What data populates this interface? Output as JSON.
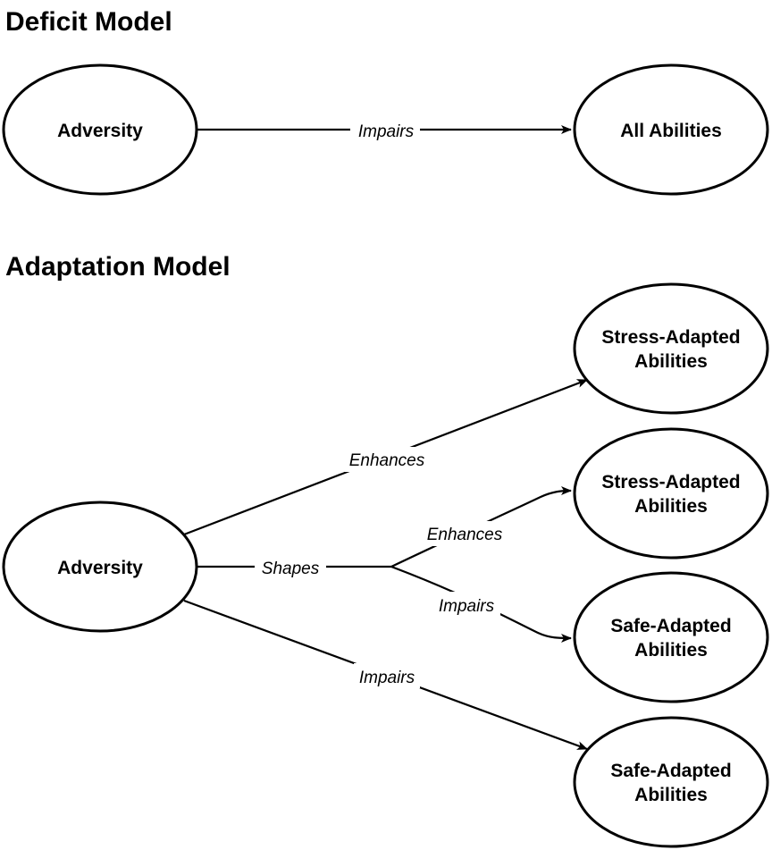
{
  "deficit_model": {
    "title": "Deficit Model",
    "source": "Adversity",
    "target": "All Abilities",
    "edge_label": "Impairs"
  },
  "adaptation_model": {
    "title": "Adaptation Model",
    "source": "Adversity",
    "targets": [
      {
        "line1": "Stress-Adapted",
        "line2": "Abilities"
      },
      {
        "line1": "Stress-Adapted",
        "line2": "Abilities"
      },
      {
        "line1": "Safe-Adapted",
        "line2": "Abilities"
      },
      {
        "line1": "Safe-Adapted",
        "line2": "Abilities"
      }
    ],
    "edge_labels": {
      "enhances_top": "Enhances",
      "shapes": "Shapes",
      "enhances_branch": "Enhances",
      "impairs_branch": "Impairs",
      "impairs_bottom": "Impairs"
    }
  },
  "colors": {
    "stroke": "#000000",
    "fill": "#ffffff"
  }
}
